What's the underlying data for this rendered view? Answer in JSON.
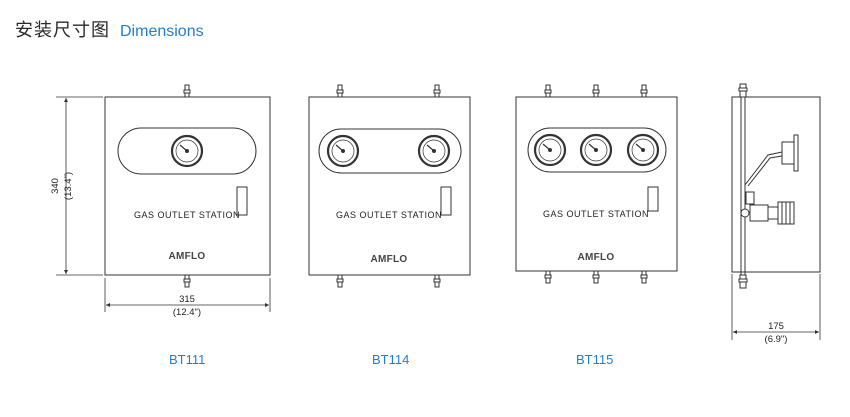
{
  "header": {
    "title_cn": "安装尺寸图",
    "title_en": "Dimensions"
  },
  "station_label": "GAS OUTLET STATION",
  "brand": "AMFLO",
  "models": [
    {
      "name": "BT111",
      "gauges": 1
    },
    {
      "name": "BT114",
      "gauges": 2
    },
    {
      "name": "BT115",
      "gauges": 3
    }
  ],
  "dimensions": {
    "height": "340",
    "height_in": "(13.4\")",
    "width": "315",
    "width_in": "(12.4\")",
    "depth": "175",
    "depth_in": "(6.9\")"
  },
  "colors": {
    "accent": "#1e7fd0",
    "line": "#333333"
  }
}
